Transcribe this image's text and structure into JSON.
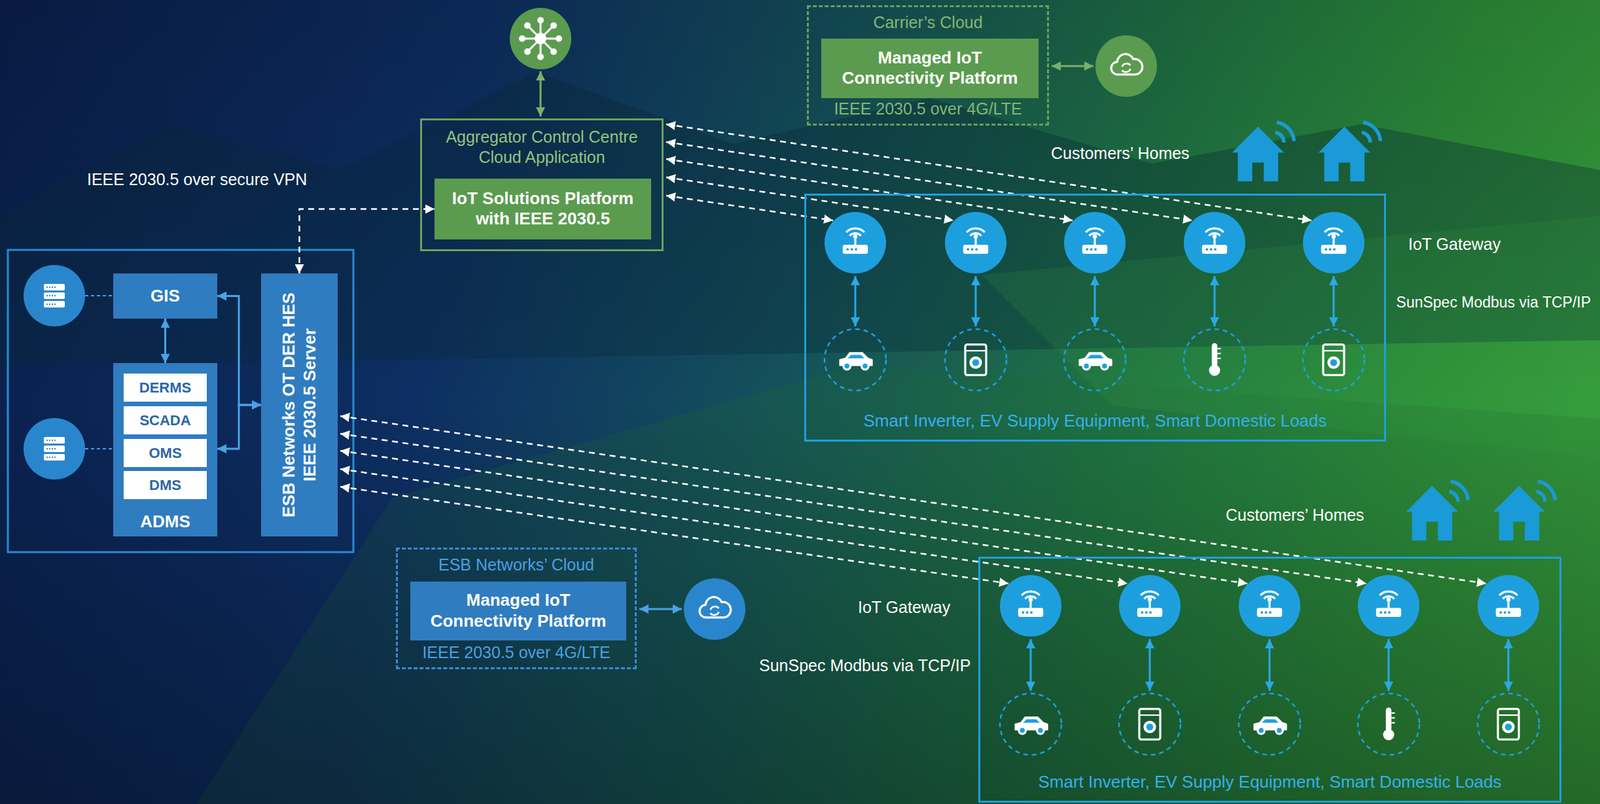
{
  "diagram": {
    "nodes": [
      {
        "text": [
          "Aggregator Control Centre Cloud Application"
        ]
      },
      {
        "text": [
          "IoT Solutions Platform with IEEE 2030.5"
        ],
        "in": 0
      },
      {
        "text": [
          "Carrier’s Cloud",
          "IEEE 2030.5 over 4G/LTE"
        ]
      },
      {
        "text": [
          "Managed IoT Connectivity Platform"
        ],
        "in": 2
      },
      {
        "text": [
          "Smart Inverter, EV Supply Equipment, Smart Domestic Loads"
        ]
      },
      {
        "text": [
          "GIS"
        ]
      },
      {
        "text": [
          "ADMS"
        ]
      },
      {
        "text": [
          "DERMS"
        ],
        "in": 6
      },
      {
        "text": [
          "SCADA"
        ],
        "in": 6
      },
      {
        "text": [
          "OMS"
        ],
        "in": 6
      },
      {
        "text": [
          "DMS"
        ],
        "in": 6
      },
      {
        "text": [
          "ESB Networks OT DER HES IEEE 2030.5 Server"
        ]
      },
      {
        "text": [
          "ESB Networks’ Cloud",
          "IEEE 2030.5 over 4G/LTE"
        ]
      },
      {
        "text": [
          "Managed IoT Connectivity Platform"
        ],
        "in": 12
      },
      {
        "text": [
          "Smart Inverter, EV Supply Equipment, Smart Domestic Loads"
        ]
      }
    ],
    "edges": [
      {
        "from": 11,
        "to": 1,
        "arrow": "both"
      },
      {
        "from": 5,
        "to": 6,
        "arrow": "both"
      },
      {
        "from": 11,
        "to": 5,
        "arrow": "both"
      },
      {
        "from": 11,
        "to": 6,
        "arrow": "both"
      }
    ],
    "labels": [
      "IEEE 2030.5 over secure VPN",
      "Customers’ Homes",
      "IoT Gateway",
      "SunSpec Modbus via TCP/IP",
      "Customers’ Homes",
      "IoT Gateway",
      "SunSpec Modbus via TCP/IP"
    ]
  }
}
